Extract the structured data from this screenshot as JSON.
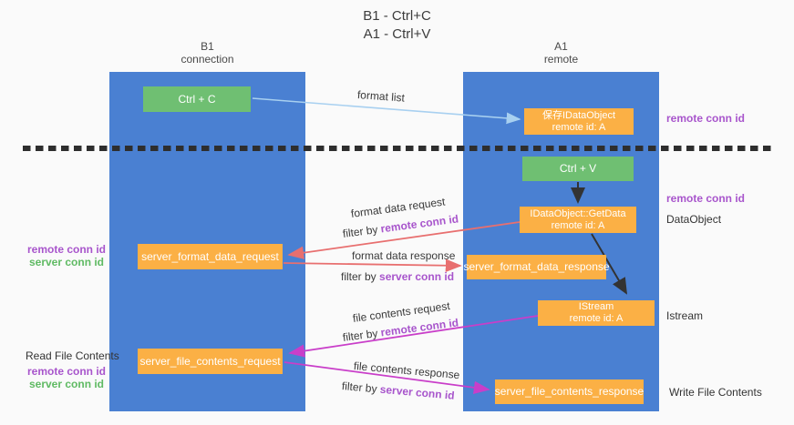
{
  "title": {
    "line1": "B1 - Ctrl+C",
    "line2": "A1 - Ctrl+V"
  },
  "columns": {
    "left": {
      "name": "B1",
      "role": "connection"
    },
    "right": {
      "name": "A1",
      "role": "remote"
    }
  },
  "nodes": {
    "ctrl_c": "Ctrl + C",
    "ctrl_v": "Ctrl + V",
    "save_dataobject": {
      "line1": "保存IDataObject",
      "line2": "remote id: A"
    },
    "getdata": {
      "line1": "IDataObject::GetData",
      "line2": "remote id: A"
    },
    "istream": {
      "line1": "IStream",
      "line2": "remote id: A"
    },
    "format_request": "server_format_data_request",
    "format_response": "server_format_data_response",
    "file_request": "server_file_contents_request",
    "file_response": "server_file_contents_response"
  },
  "side_labels": {
    "remote_conn_id_top": "remote conn id",
    "remote_conn_id_mid": "remote conn id",
    "dataobject": "DataObject",
    "istream": "Istream",
    "write_file_contents": "Write File Contents",
    "read_file_contents": "Read File Contents",
    "left_group1": {
      "remote": "remote conn id",
      "server": "server conn id"
    },
    "left_group2": {
      "remote": "remote conn id",
      "server": "server conn id"
    }
  },
  "annotations": {
    "format_list": "format list",
    "format_data_request": "format data request",
    "filter1_prefix": "filter by ",
    "filter1_value": "remote conn id",
    "format_data_response": "format data response",
    "filter2_prefix": "filter by ",
    "filter2_value": "server conn id",
    "file_contents_request": "file contents request",
    "filter3_prefix": "filter by ",
    "filter3_value": "remote conn id",
    "file_contents_response": "file contents response",
    "filter4_prefix": "filter by ",
    "filter4_value": "server conn id"
  },
  "colors": {
    "column_blue": "#4a80d2",
    "node_green": "#6fbf72",
    "node_orange": "#fbb045",
    "arrow_salmon": "#e86f6f",
    "arrow_magenta": "#c93ec9",
    "arrow_lightblue": "#a8d0f0",
    "arrow_black": "#333333",
    "text_purple": "#a855cc",
    "text_green": "#5fba63",
    "background": "#fafafa"
  }
}
